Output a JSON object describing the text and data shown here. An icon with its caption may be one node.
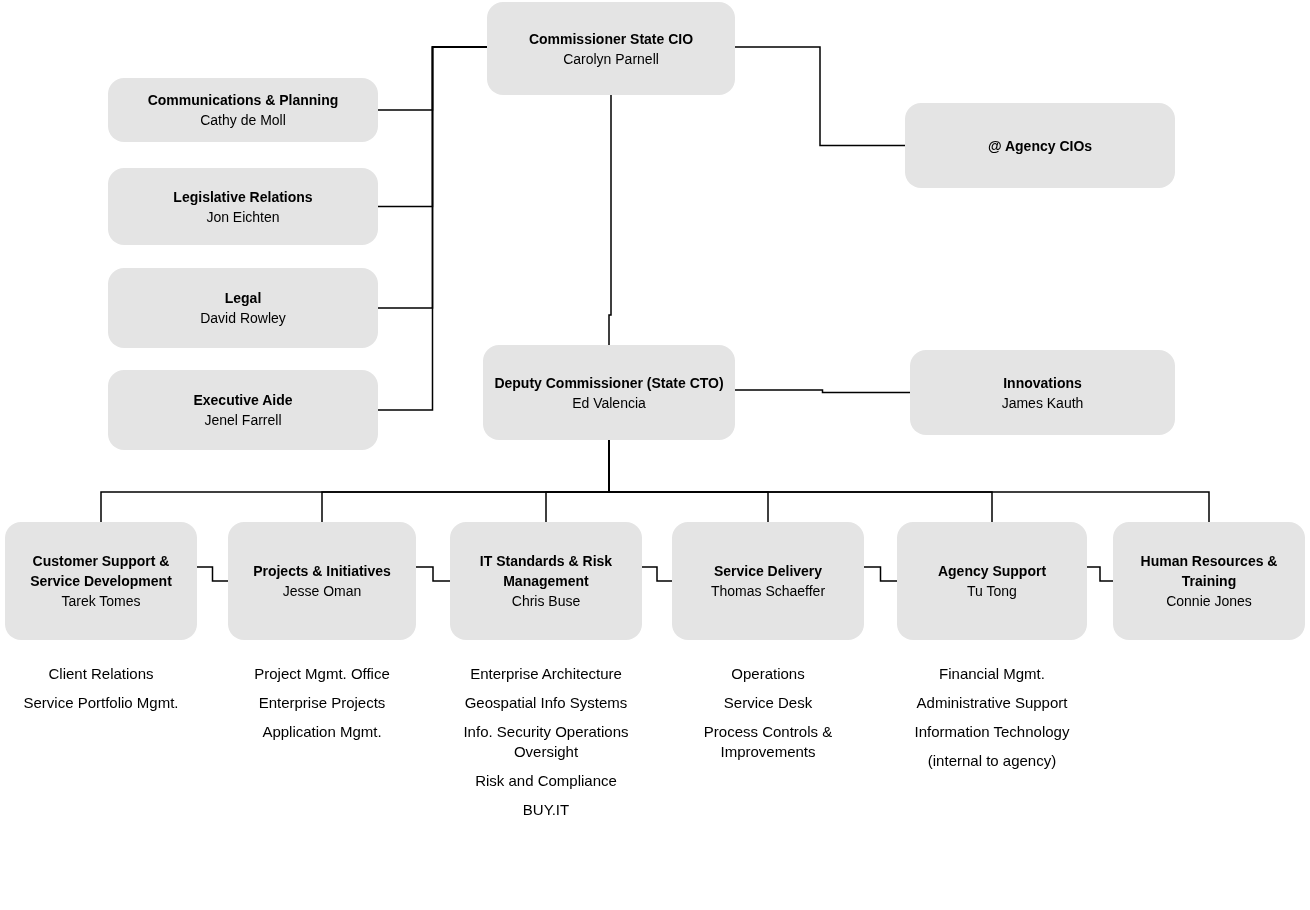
{
  "diagram": {
    "nodes": [
      {
        "text": [
          "Commissioner State CIO",
          "Carolyn Parnell"
        ]
      },
      {
        "text": [
          "Communications & Planning",
          "Cathy de Moll"
        ]
      },
      {
        "text": [
          "Legislative Relations",
          "Jon Eichten"
        ]
      },
      {
        "text": [
          "Legal",
          "David Rowley"
        ]
      },
      {
        "text": [
          "Executive Aide",
          "Jenel Farrell"
        ]
      },
      {
        "text": [
          "@ Agency CIOs"
        ]
      },
      {
        "text": [
          "Deputy Commissioner (State CTO)",
          "Ed Valencia"
        ]
      },
      {
        "text": [
          "Innovations",
          "James Kauth"
        ]
      },
      {
        "text": [
          "Customer Support & Service Development",
          "Tarek Tomes"
        ],
        "beside": [
          "Client Relations",
          "Service Portfolio Mgmt."
        ]
      },
      {
        "text": [
          "Projects & Initiatives",
          "Jesse Oman"
        ],
        "beside": [
          "Project Mgmt. Office",
          "Enterprise Projects",
          "Application Mgmt."
        ]
      },
      {
        "text": [
          "IT Standards & Risk Management",
          "Chris Buse"
        ],
        "beside": [
          "Enterprise Architecture",
          "Geospatial Info Systems",
          "Info. Security Operations Oversight",
          "Risk and Compliance",
          "BUY.IT"
        ]
      },
      {
        "text": [
          "Service Delivery",
          "Thomas Schaeffer"
        ],
        "beside": [
          "Operations",
          "Service Desk",
          "Process Controls & Improvements"
        ]
      },
      {
        "text": [
          "Agency Support",
          "Tu Tong"
        ],
        "beside": [
          "Financial Mgmt.",
          "Administrative Support",
          "Information Technology",
          "(internal to agency)"
        ]
      },
      {
        "text": [
          "Human Resources & Training",
          "Connie Jones"
        ]
      }
    ],
    "edges": [
      {
        "from": 0,
        "to": 1,
        "arrow": "none"
      },
      {
        "from": 0,
        "to": 2,
        "arrow": "none"
      },
      {
        "from": 0,
        "to": 3,
        "arrow": "none"
      },
      {
        "from": 0,
        "to": 4,
        "arrow": "none"
      },
      {
        "from": 0,
        "to": 5,
        "arrow": "none"
      },
      {
        "from": 0,
        "to": 6,
        "arrow": "none"
      },
      {
        "from": 6,
        "to": 7,
        "arrow": "none"
      },
      {
        "from": 6,
        "to": 8,
        "arrow": "none"
      },
      {
        "from": 6,
        "to": 9,
        "arrow": "none"
      },
      {
        "from": 6,
        "to": 10,
        "arrow": "none"
      },
      {
        "from": 6,
        "to": 11,
        "arrow": "none"
      },
      {
        "from": 6,
        "to": 12,
        "arrow": "none"
      },
      {
        "from": 6,
        "to": 13,
        "arrow": "none"
      },
      {
        "from": 8,
        "to": 9,
        "arrow": "none"
      },
      {
        "from": 9,
        "to": 10,
        "arrow": "none"
      },
      {
        "from": 10,
        "to": 11,
        "arrow": "none"
      },
      {
        "from": 11,
        "to": 12,
        "arrow": "none"
      },
      {
        "from": 12,
        "to": 13,
        "arrow": "none"
      }
    ]
  }
}
